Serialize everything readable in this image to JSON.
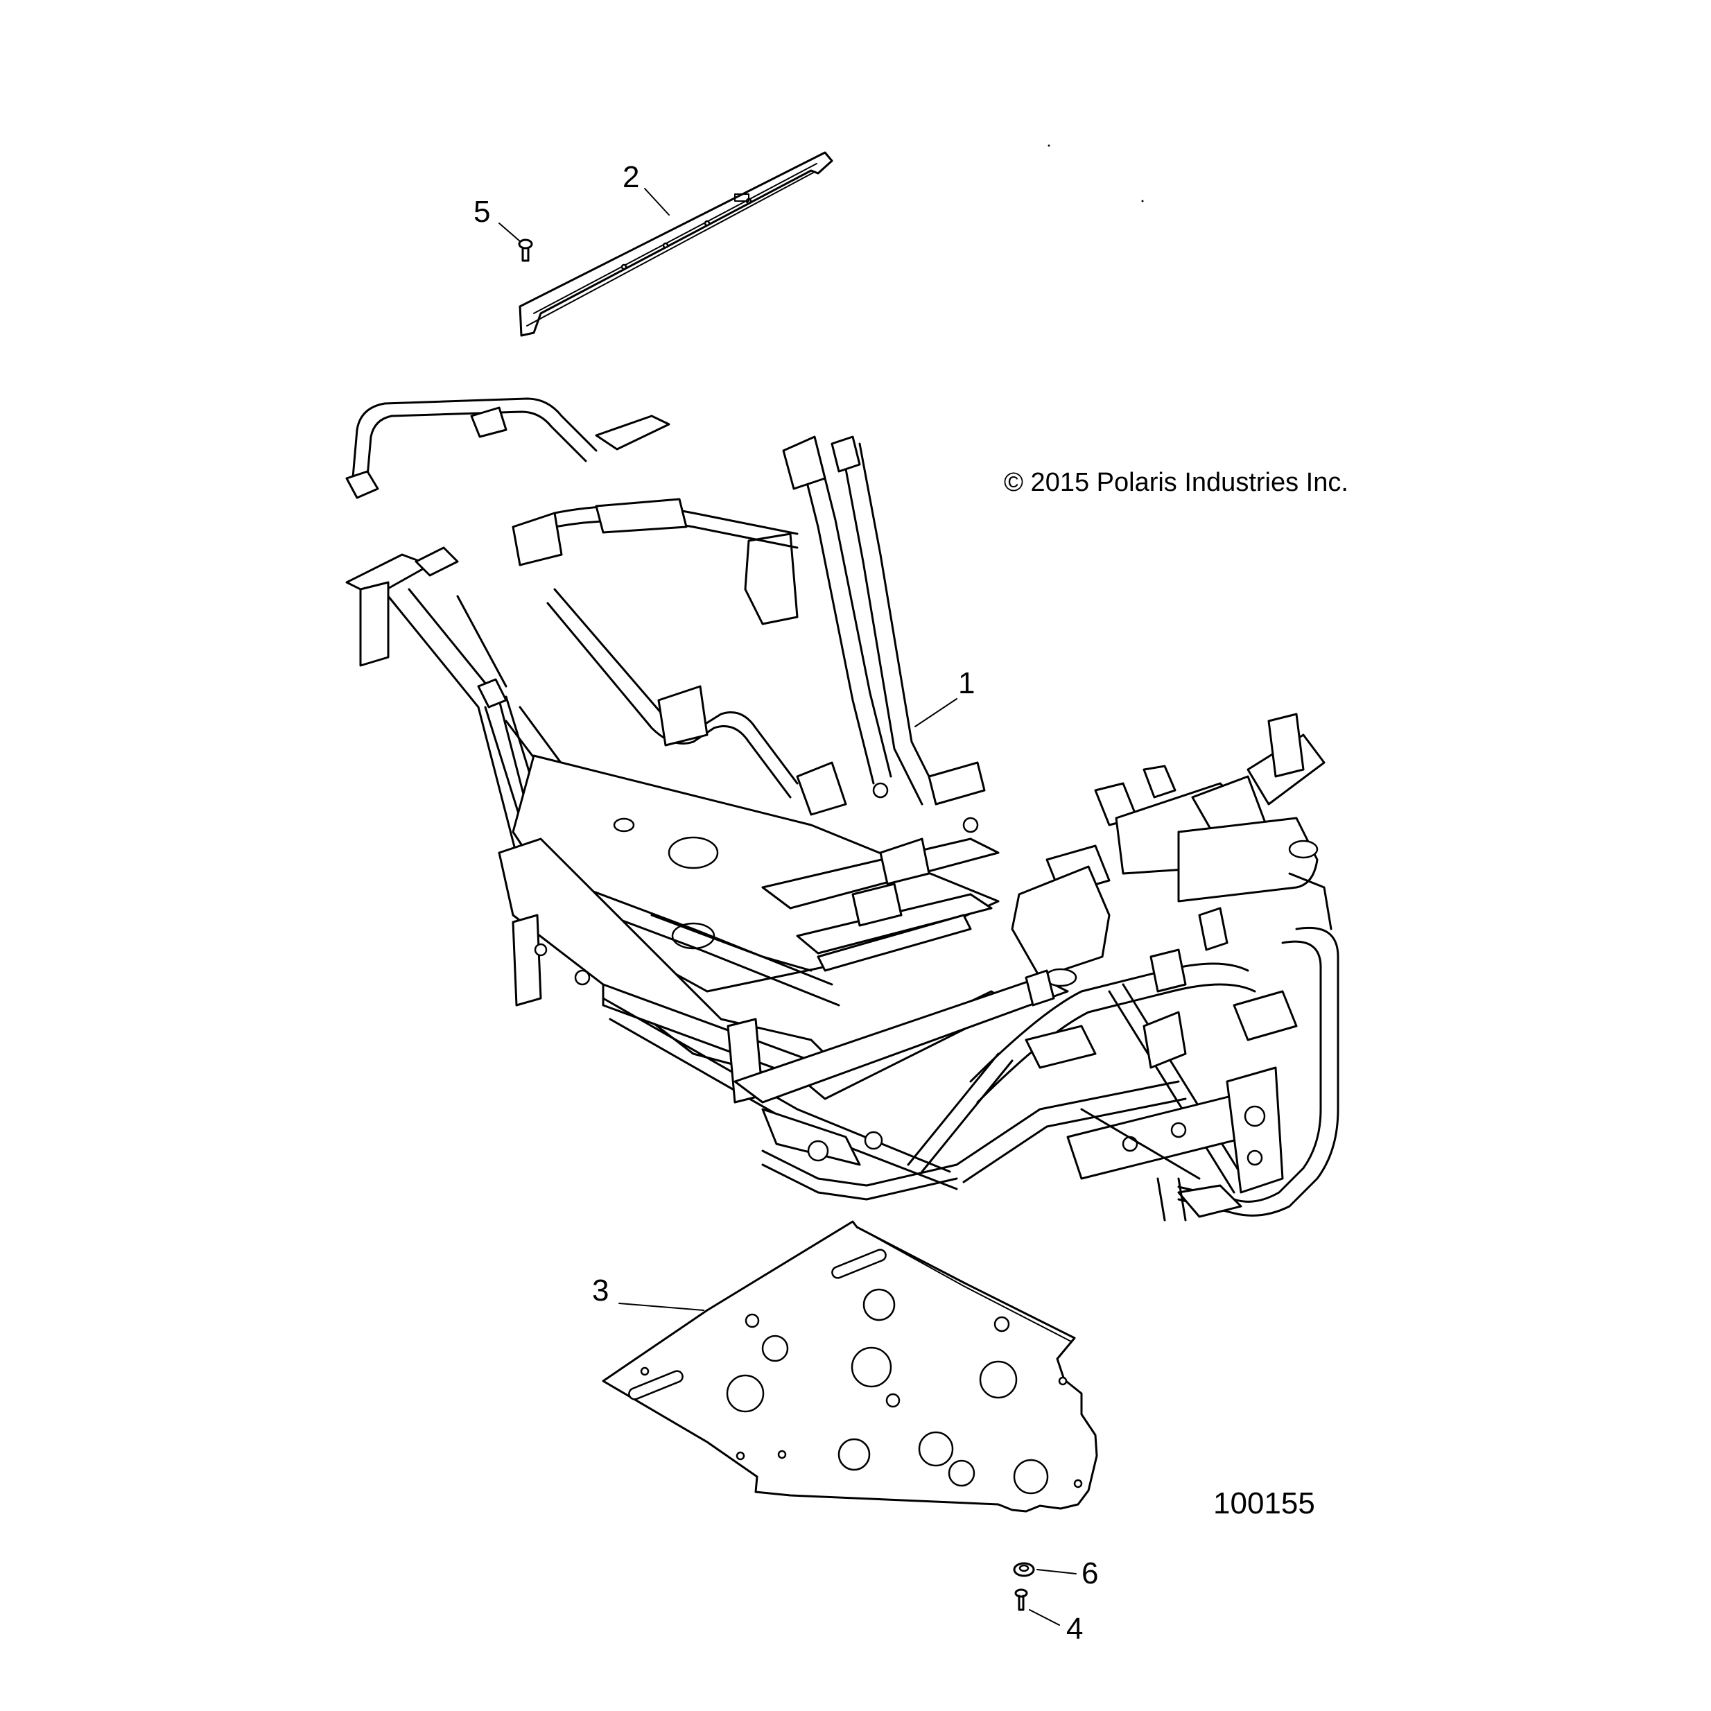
{
  "copyright": "© 2015 Polaris Industries Inc.",
  "reference_number": "100155",
  "callouts": [
    {
      "id": "1",
      "label": "1"
    },
    {
      "id": "2",
      "label": "2"
    },
    {
      "id": "3",
      "label": "3"
    },
    {
      "id": "4",
      "label": "4"
    },
    {
      "id": "5",
      "label": "5"
    },
    {
      "id": "6",
      "label": "6"
    }
  ]
}
